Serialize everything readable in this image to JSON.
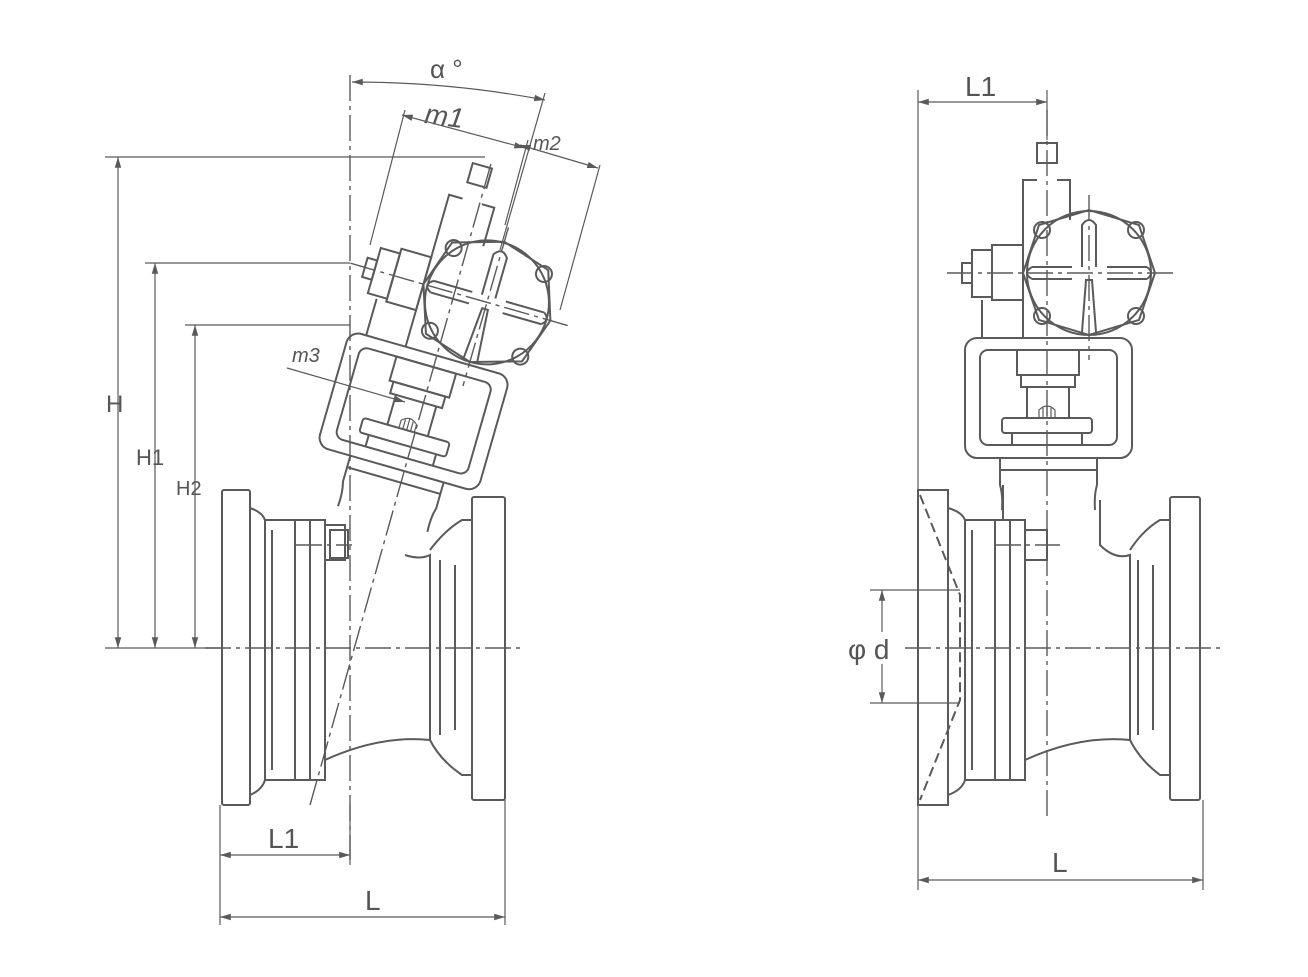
{
  "left_view": {
    "angle_label": "α °",
    "m1_label": "m1",
    "m2_label": "m2",
    "m3_label": "m3",
    "H_label": "H",
    "H1_label": "H1",
    "H2_label": "H2",
    "L1_label": "L1",
    "L_label": "L"
  },
  "right_view": {
    "L1_label": "L1",
    "d_label": "φ d",
    "L_label": "L"
  },
  "colors": {
    "line": "#5a5a5a"
  }
}
